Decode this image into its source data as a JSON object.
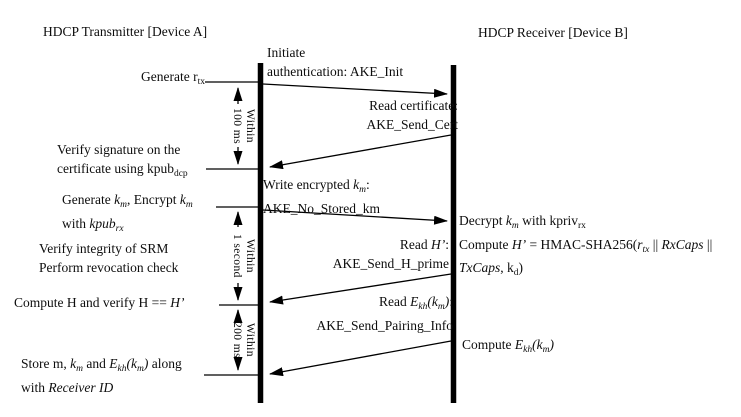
{
  "headers": {
    "transmitter": "HDCP Transmitter [Device A]",
    "receiver": "HDCP Receiver [Device B]"
  },
  "left_notes": {
    "generate_rtx": {
      "l1": [
        {
          "t": "Generate r"
        },
        {
          "t": "tx",
          "s": "sub"
        }
      ]
    },
    "verify_signature": {
      "l1": [
        {
          "t": "Verify signature on the"
        }
      ],
      "l2": [
        {
          "t": "certificate using kpub"
        },
        {
          "t": "dcp",
          "s": "sub"
        }
      ]
    },
    "generate_km": {
      "l1": [
        {
          "t": "Generate "
        },
        {
          "t": "k",
          "s": "i"
        },
        {
          "t": "m",
          "s": "isub"
        },
        {
          "t": ", Encrypt "
        },
        {
          "t": "k",
          "s": "i"
        },
        {
          "t": "m",
          "s": "isub"
        }
      ],
      "l2": [
        {
          "t": "with "
        },
        {
          "t": "kpub",
          "s": "i"
        },
        {
          "t": "rx",
          "s": "isub"
        }
      ]
    },
    "verify_srm": {
      "l1": [
        {
          "t": "Verify integrity of SRM"
        }
      ],
      "l2": [
        {
          "t": "Perform revocation check"
        }
      ]
    },
    "compute_h": {
      "l1": [
        {
          "t": "Compute H and verify H == "
        },
        {
          "t": "H’",
          "s": "i"
        }
      ]
    },
    "store_pairing": {
      "l1": [
        {
          "t": "Store m, "
        },
        {
          "t": "k",
          "s": "i"
        },
        {
          "t": "m",
          "s": "isub"
        },
        {
          "t": " and "
        },
        {
          "t": "E",
          "s": "i"
        },
        {
          "t": "kh",
          "s": "isub"
        },
        {
          "t": "(k",
          "s": "i"
        },
        {
          "t": "m",
          "s": "isub"
        },
        {
          "t": ")",
          "s": "i"
        },
        {
          "t": " along"
        }
      ],
      "l2": [
        {
          "t": "with "
        },
        {
          "t": "Receiver ID",
          "s": "i"
        }
      ]
    }
  },
  "messages": {
    "ake_init": {
      "l1": [
        {
          "t": "Initiate"
        }
      ],
      "l2": [
        {
          "t": "authentication: AKE_Init"
        }
      ]
    },
    "ake_send_cert": {
      "l1": [
        {
          "t": "Read certificate:"
        }
      ],
      "l2": [
        {
          "t": "AKE_Send_Cert"
        }
      ]
    },
    "ake_no_stored_km": {
      "l1": [
        {
          "t": "Write encrypted "
        },
        {
          "t": "k",
          "s": "i"
        },
        {
          "t": "m",
          "s": "isub"
        },
        {
          "t": ":"
        }
      ],
      "l2": [
        {
          "t": "AKE_No_Stored_km"
        }
      ]
    },
    "ake_send_h_prime": {
      "l1": [
        {
          "t": "Read "
        },
        {
          "t": "H’",
          "s": "i"
        },
        {
          "t": ":"
        }
      ],
      "l2": [
        {
          "t": "AKE_Send_H_prime"
        }
      ]
    },
    "ake_send_pairing_info": {
      "l1": [
        {
          "t": "Read "
        },
        {
          "t": "E",
          "s": "i"
        },
        {
          "t": "kh",
          "s": "isub"
        },
        {
          "t": "(k",
          "s": "i"
        },
        {
          "t": "m",
          "s": "isub"
        },
        {
          "t": ")",
          "s": "i"
        },
        {
          "t": ":"
        }
      ],
      "l2": [
        {
          "t": "AKE_Send_Pairing_Info"
        }
      ]
    }
  },
  "right_notes": {
    "decrypt_km": {
      "l1": [
        {
          "t": "Decrypt "
        },
        {
          "t": "k",
          "s": "i"
        },
        {
          "t": "m",
          "s": "isub"
        },
        {
          "t": " with kpriv"
        },
        {
          "t": "rx",
          "s": "sub"
        }
      ],
      "l2": [
        {
          "t": "Compute "
        },
        {
          "t": "H’",
          "s": "i"
        },
        {
          "t": " = HMAC-SHA256("
        },
        {
          "t": "r",
          "s": "i"
        },
        {
          "t": "tx",
          "s": "isub"
        },
        {
          "t": " || "
        },
        {
          "t": "RxCaps",
          "s": "i"
        },
        {
          "t": " ||"
        }
      ],
      "l3": [
        {
          "t": "TxCaps",
          "s": "i"
        },
        {
          "t": ", k"
        },
        {
          "t": "d",
          "s": "sub"
        },
        {
          "t": ")"
        }
      ]
    },
    "compute_ekh": {
      "l1": [
        {
          "t": "Compute "
        },
        {
          "t": "E",
          "s": "i"
        },
        {
          "t": "kh",
          "s": "isub"
        },
        {
          "t": "(k",
          "s": "i"
        },
        {
          "t": "m",
          "s": "isub"
        },
        {
          "t": ")",
          "s": "i"
        }
      ]
    }
  },
  "timing": {
    "t1": {
      "l1": "Within",
      "l2": "100 ms"
    },
    "t2": {
      "l1": "Within",
      "l2": "1 second"
    },
    "t3": {
      "l1": "Within",
      "l2": "200 ms"
    }
  },
  "colors": {
    "line": "#000000",
    "text": "#0d0d0d",
    "background": "#ffffff"
  }
}
